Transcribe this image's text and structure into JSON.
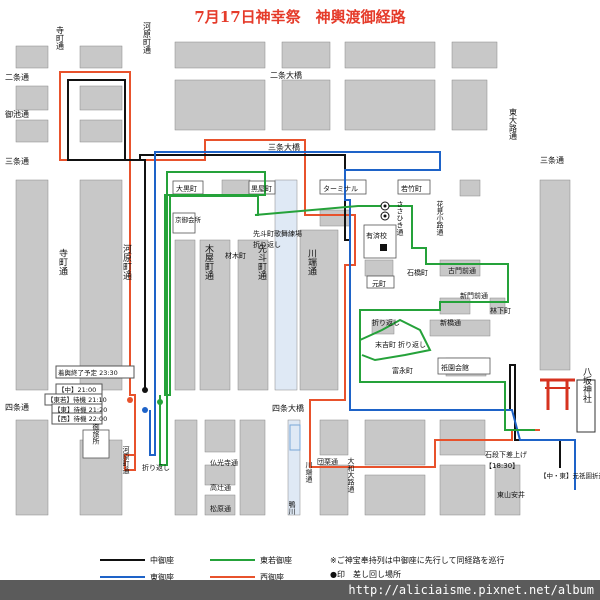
{
  "title": "7月17日神幸祭　神輿渡御経路",
  "colors": {
    "naka": "#111111",
    "higashiwaka": "#25a23a",
    "higashi": "#1e63c8",
    "nishi": "#e8522c",
    "torii": "#d6321f"
  },
  "labels": {
    "teramachi_top": "寺町通",
    "kawaramachi_top": "河原町通",
    "nijo": "二条通",
    "oike": "御池通",
    "sanjo": "三条通",
    "nijo_ohashi": "二条大橋",
    "sanjo_ohashi": "三条大橋",
    "higashioji": "東大路通",
    "sanjo_right": "三条通",
    "teramachi": "寺町通",
    "kawaramachi": "河原町通",
    "kiyamachi": "木屋町通",
    "pontocho": "先斗町通",
    "kawabata": "川端通",
    "ohkuro": "大黒町",
    "kurowa": "黒屋町",
    "kyogokaisho": "京御会所",
    "pontocho_kabu": "先斗町歌舞練場",
    "turnback1": "折り返し",
    "zaimoku": "材木町",
    "terminal": "ターミナル",
    "wakatake": "若竹町",
    "sasahikicho": "ささひき通",
    "hanamikoji": "花見小路通",
    "yusai": "有済校",
    "ishibashi": "石橋町",
    "furumon": "古門前通",
    "motomachi": "元町",
    "shinmonzen": "新門前通",
    "hayashishita": "林下町",
    "turnback2": "折り返し",
    "shinbashi": "新橋通",
    "suekichi": "末吉町",
    "turnback3": "折り返し",
    "tominaga": "富永町",
    "gionkaikan": "祇園会館",
    "yasaka": "八坂神社",
    "shijo": "四条通",
    "shijo_ohashi": "四条大橋",
    "otabisho": "御旅所",
    "turnback4": "折り返し",
    "kawaramachi_bottom": "河原町通",
    "bukkoji": "仏光寺通",
    "takatsuji": "高辻通",
    "matsubara": "松原通",
    "kawabata_bottom": "川端通",
    "kamo": "鴨川",
    "danryo": "団栗通",
    "yamato": "大和大路通",
    "ishidanshita": "石段下差上げ",
    "ishidan_time": "【18:30】",
    "higashiyama": "東山安井",
    "motogion": "【中・東】元祇園折返し",
    "end_note": "着輿終了予定 23:30",
    "time_naka": "【中】21:00",
    "time_higashiwaka": "【東若】待機 21:10",
    "time_higashi": "【東】待機 21:20",
    "time_nishi": "【西】待機 22:00"
  },
  "legend": {
    "naka": "中御座",
    "higashiwaka": "東若御座",
    "higashi": "東御座",
    "nishi": "西御座",
    "note": "※ご神宝奉持列は中御座に先行して同経路を巡行",
    "dot_note": "●印　差し回し場所"
  },
  "footer": "http://aliciaisme.pixnet.net/album"
}
